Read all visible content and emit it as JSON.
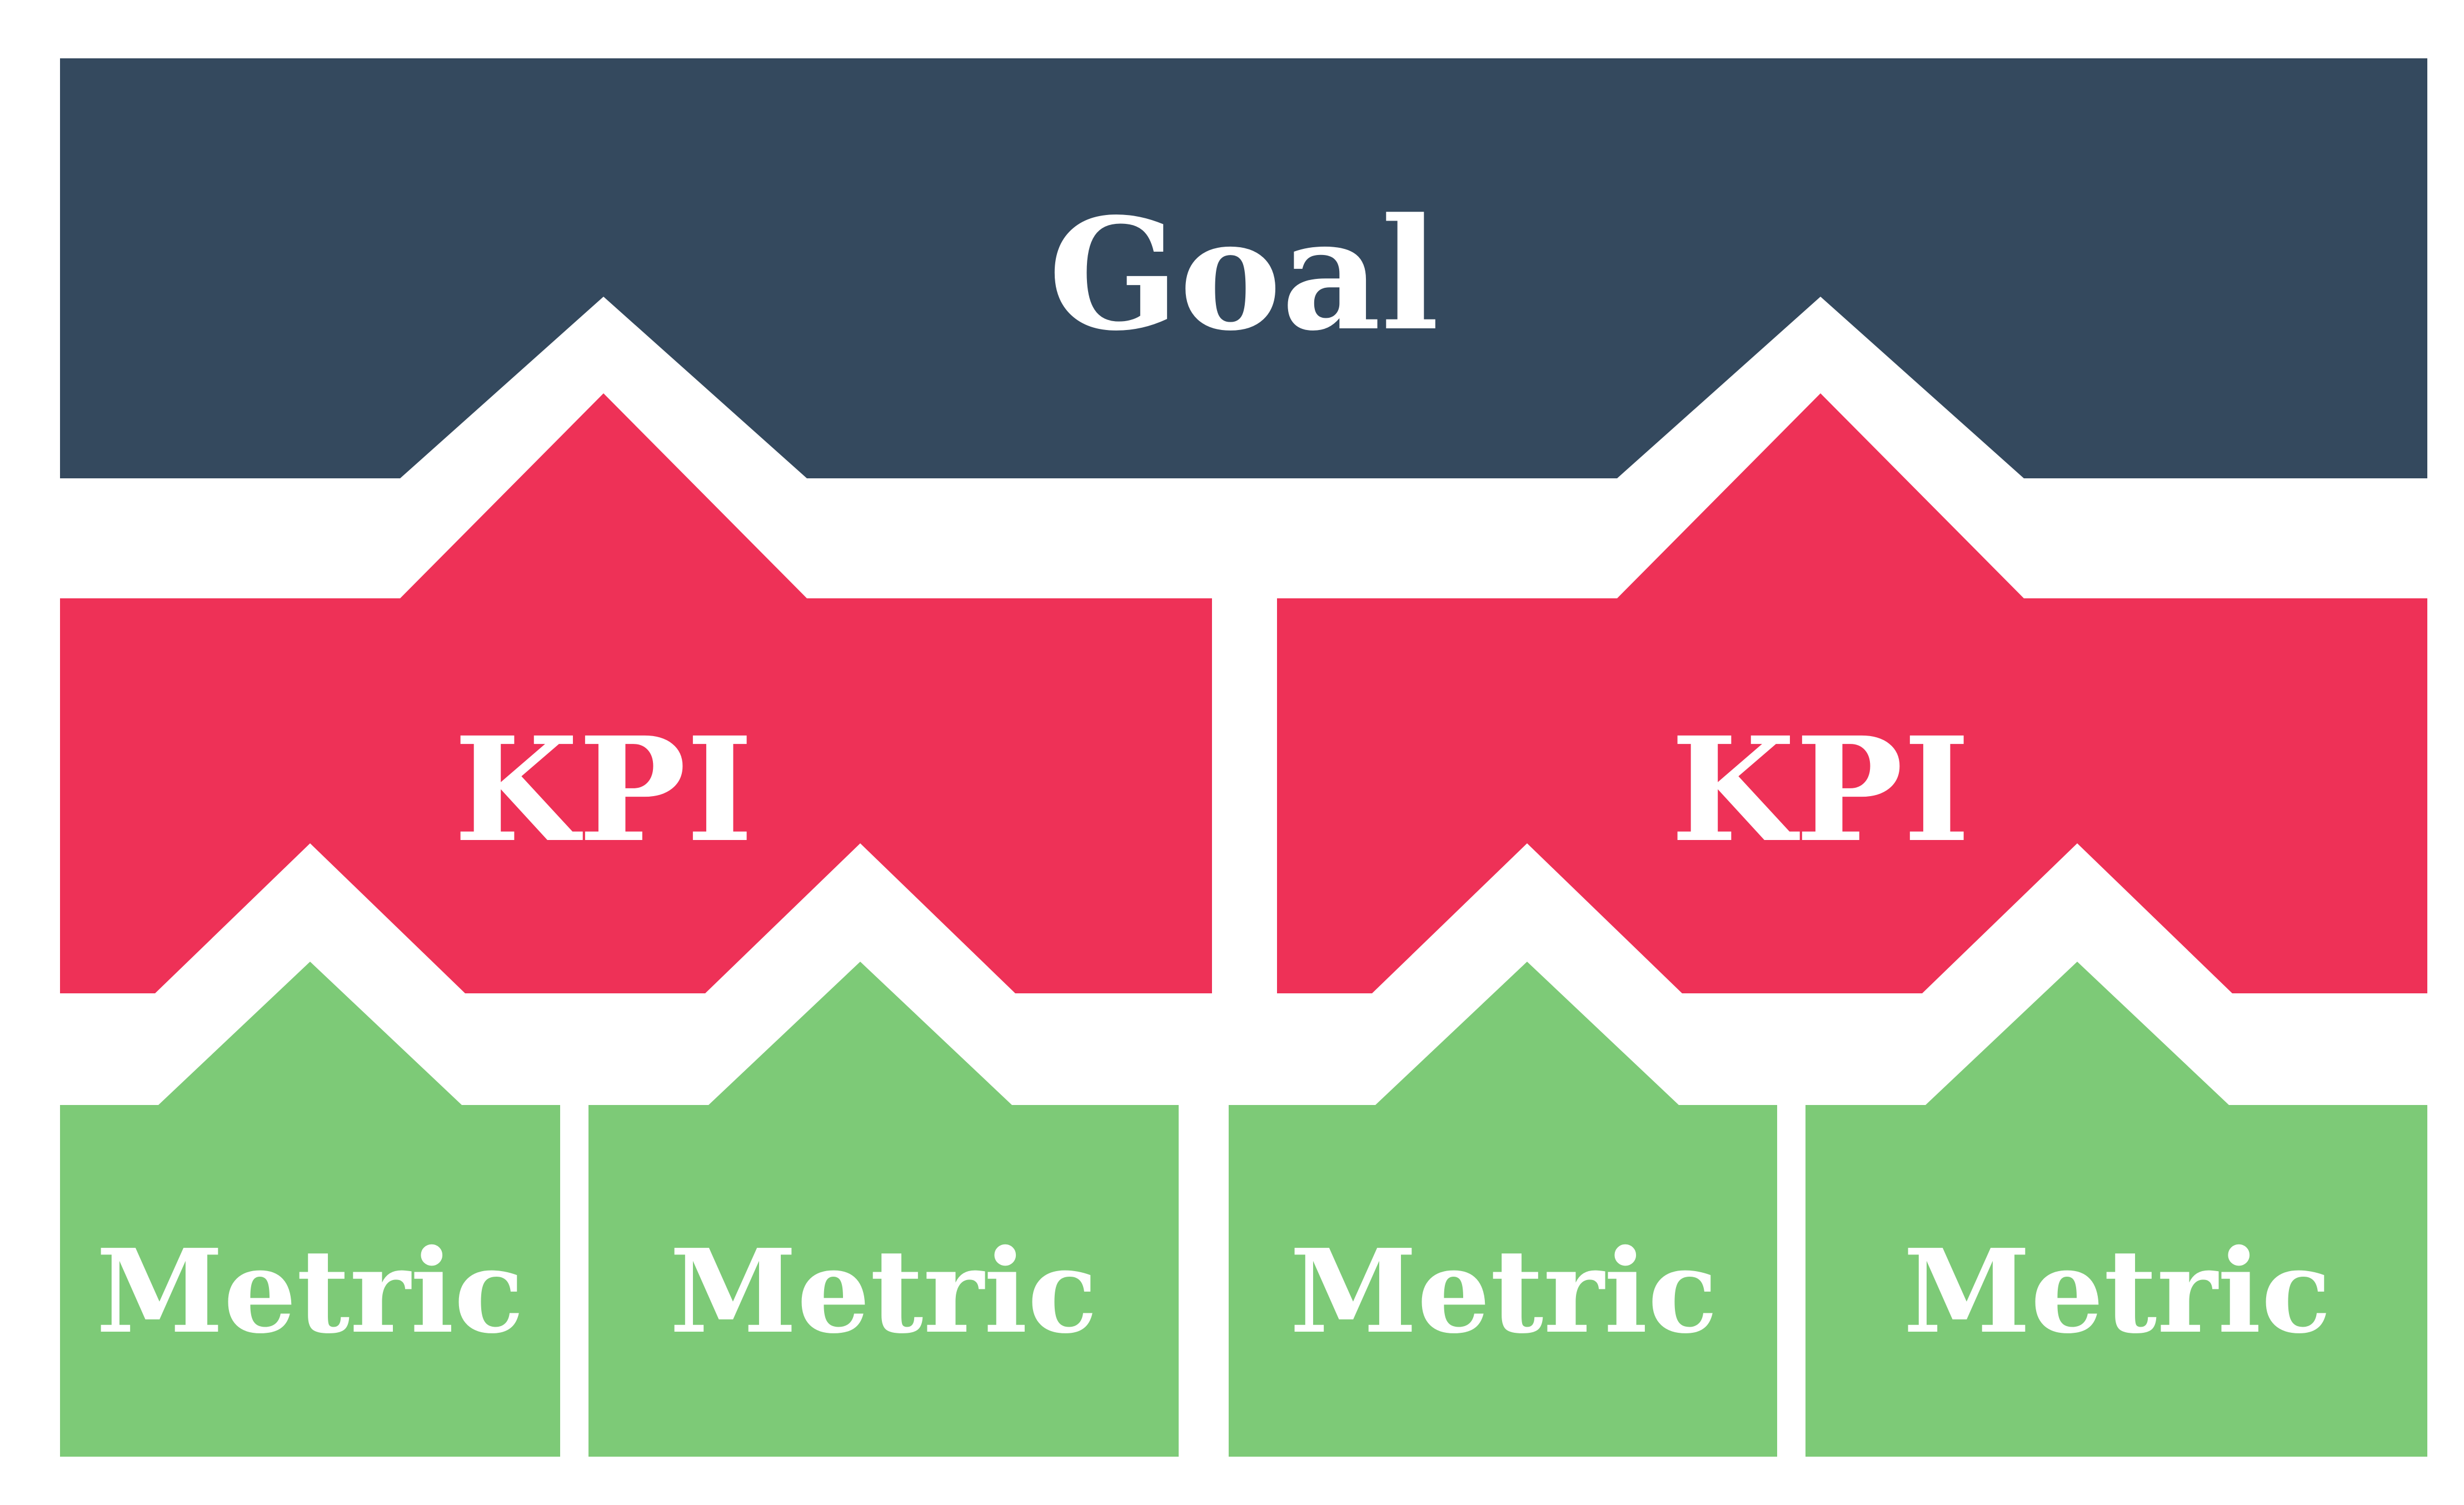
{
  "colors": {
    "background": "#FFFFFF",
    "goal": "#34495E",
    "kpi": "#EE3157",
    "metric": "#7DCA77",
    "label": "#FFFFFF"
  },
  "goal": {
    "label": "Goal"
  },
  "kpis": [
    {
      "label": "KPI"
    },
    {
      "label": "KPI"
    }
  ],
  "metrics": [
    {
      "label": "Metric"
    },
    {
      "label": "Metric"
    },
    {
      "label": "Metric"
    },
    {
      "label": "Metric"
    }
  ]
}
